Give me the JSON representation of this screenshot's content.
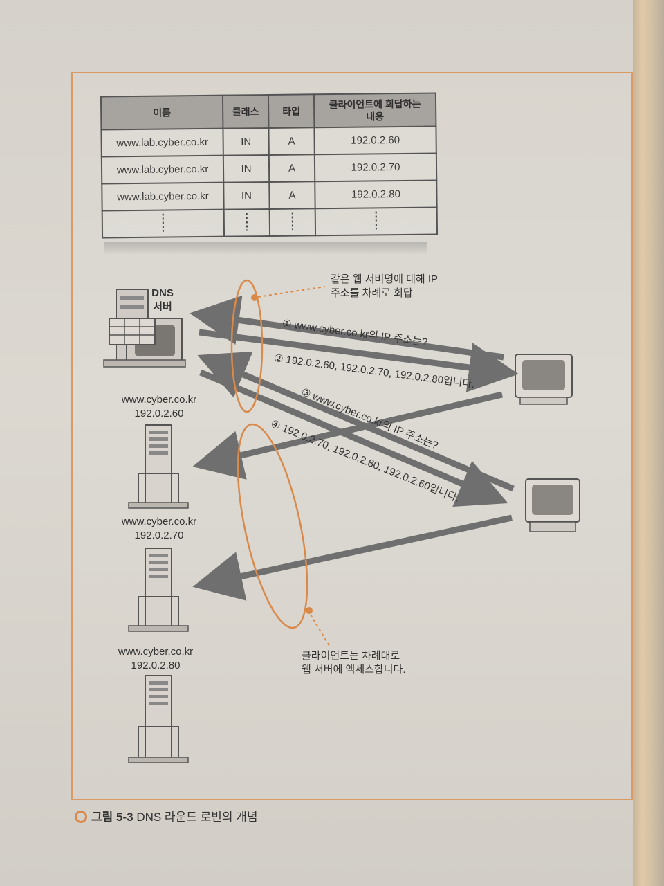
{
  "table": {
    "headers": [
      "이름",
      "클래스",
      "타입",
      "클라이언트에 회답하는\n내용"
    ],
    "rows": [
      [
        "www.lab.cyber.co.kr",
        "IN",
        "A",
        "192.0.2.60"
      ],
      [
        "www.lab.cyber.co.kr",
        "IN",
        "A",
        "192.0.2.70"
      ],
      [
        "www.lab.cyber.co.kr",
        "IN",
        "A",
        "192.0.2.80"
      ]
    ]
  },
  "dns_server": {
    "label_line1": "DNS",
    "label_line2": "서버"
  },
  "web_servers": [
    {
      "name": "www.cyber.co.kr",
      "ip": "192.0.2.60"
    },
    {
      "name": "www.cyber.co.kr",
      "ip": "192.0.2.70"
    },
    {
      "name": "www.cyber.co.kr",
      "ip": "192.0.2.80"
    }
  ],
  "callouts": {
    "top_line1": "같은 웹 서버명에 대해 IP",
    "top_line2": "주소를 차례로 회답",
    "bottom_line1": "클라이언트는 차례대로",
    "bottom_line2": "웹 서버에 액세스합니다."
  },
  "messages": {
    "m1": "① www.cyber.co.kr의 IP 주소는?",
    "m2": "② 192.0.2.60, 192.0.2.70, 192.0.2.80입니다.",
    "m3": "③ www.cyber.co.kr의 IP 주소는?",
    "m4": "④ 192.0.2.70, 192.0.2.80, 192.0.2.60입니다."
  },
  "caption": {
    "label": "그림 5-3",
    "text": "DNS 라운드 로빈의 개념"
  },
  "colors": {
    "accent": "#d98a4a",
    "arrow": "#6f6f6f",
    "frame": "#d99a63"
  }
}
